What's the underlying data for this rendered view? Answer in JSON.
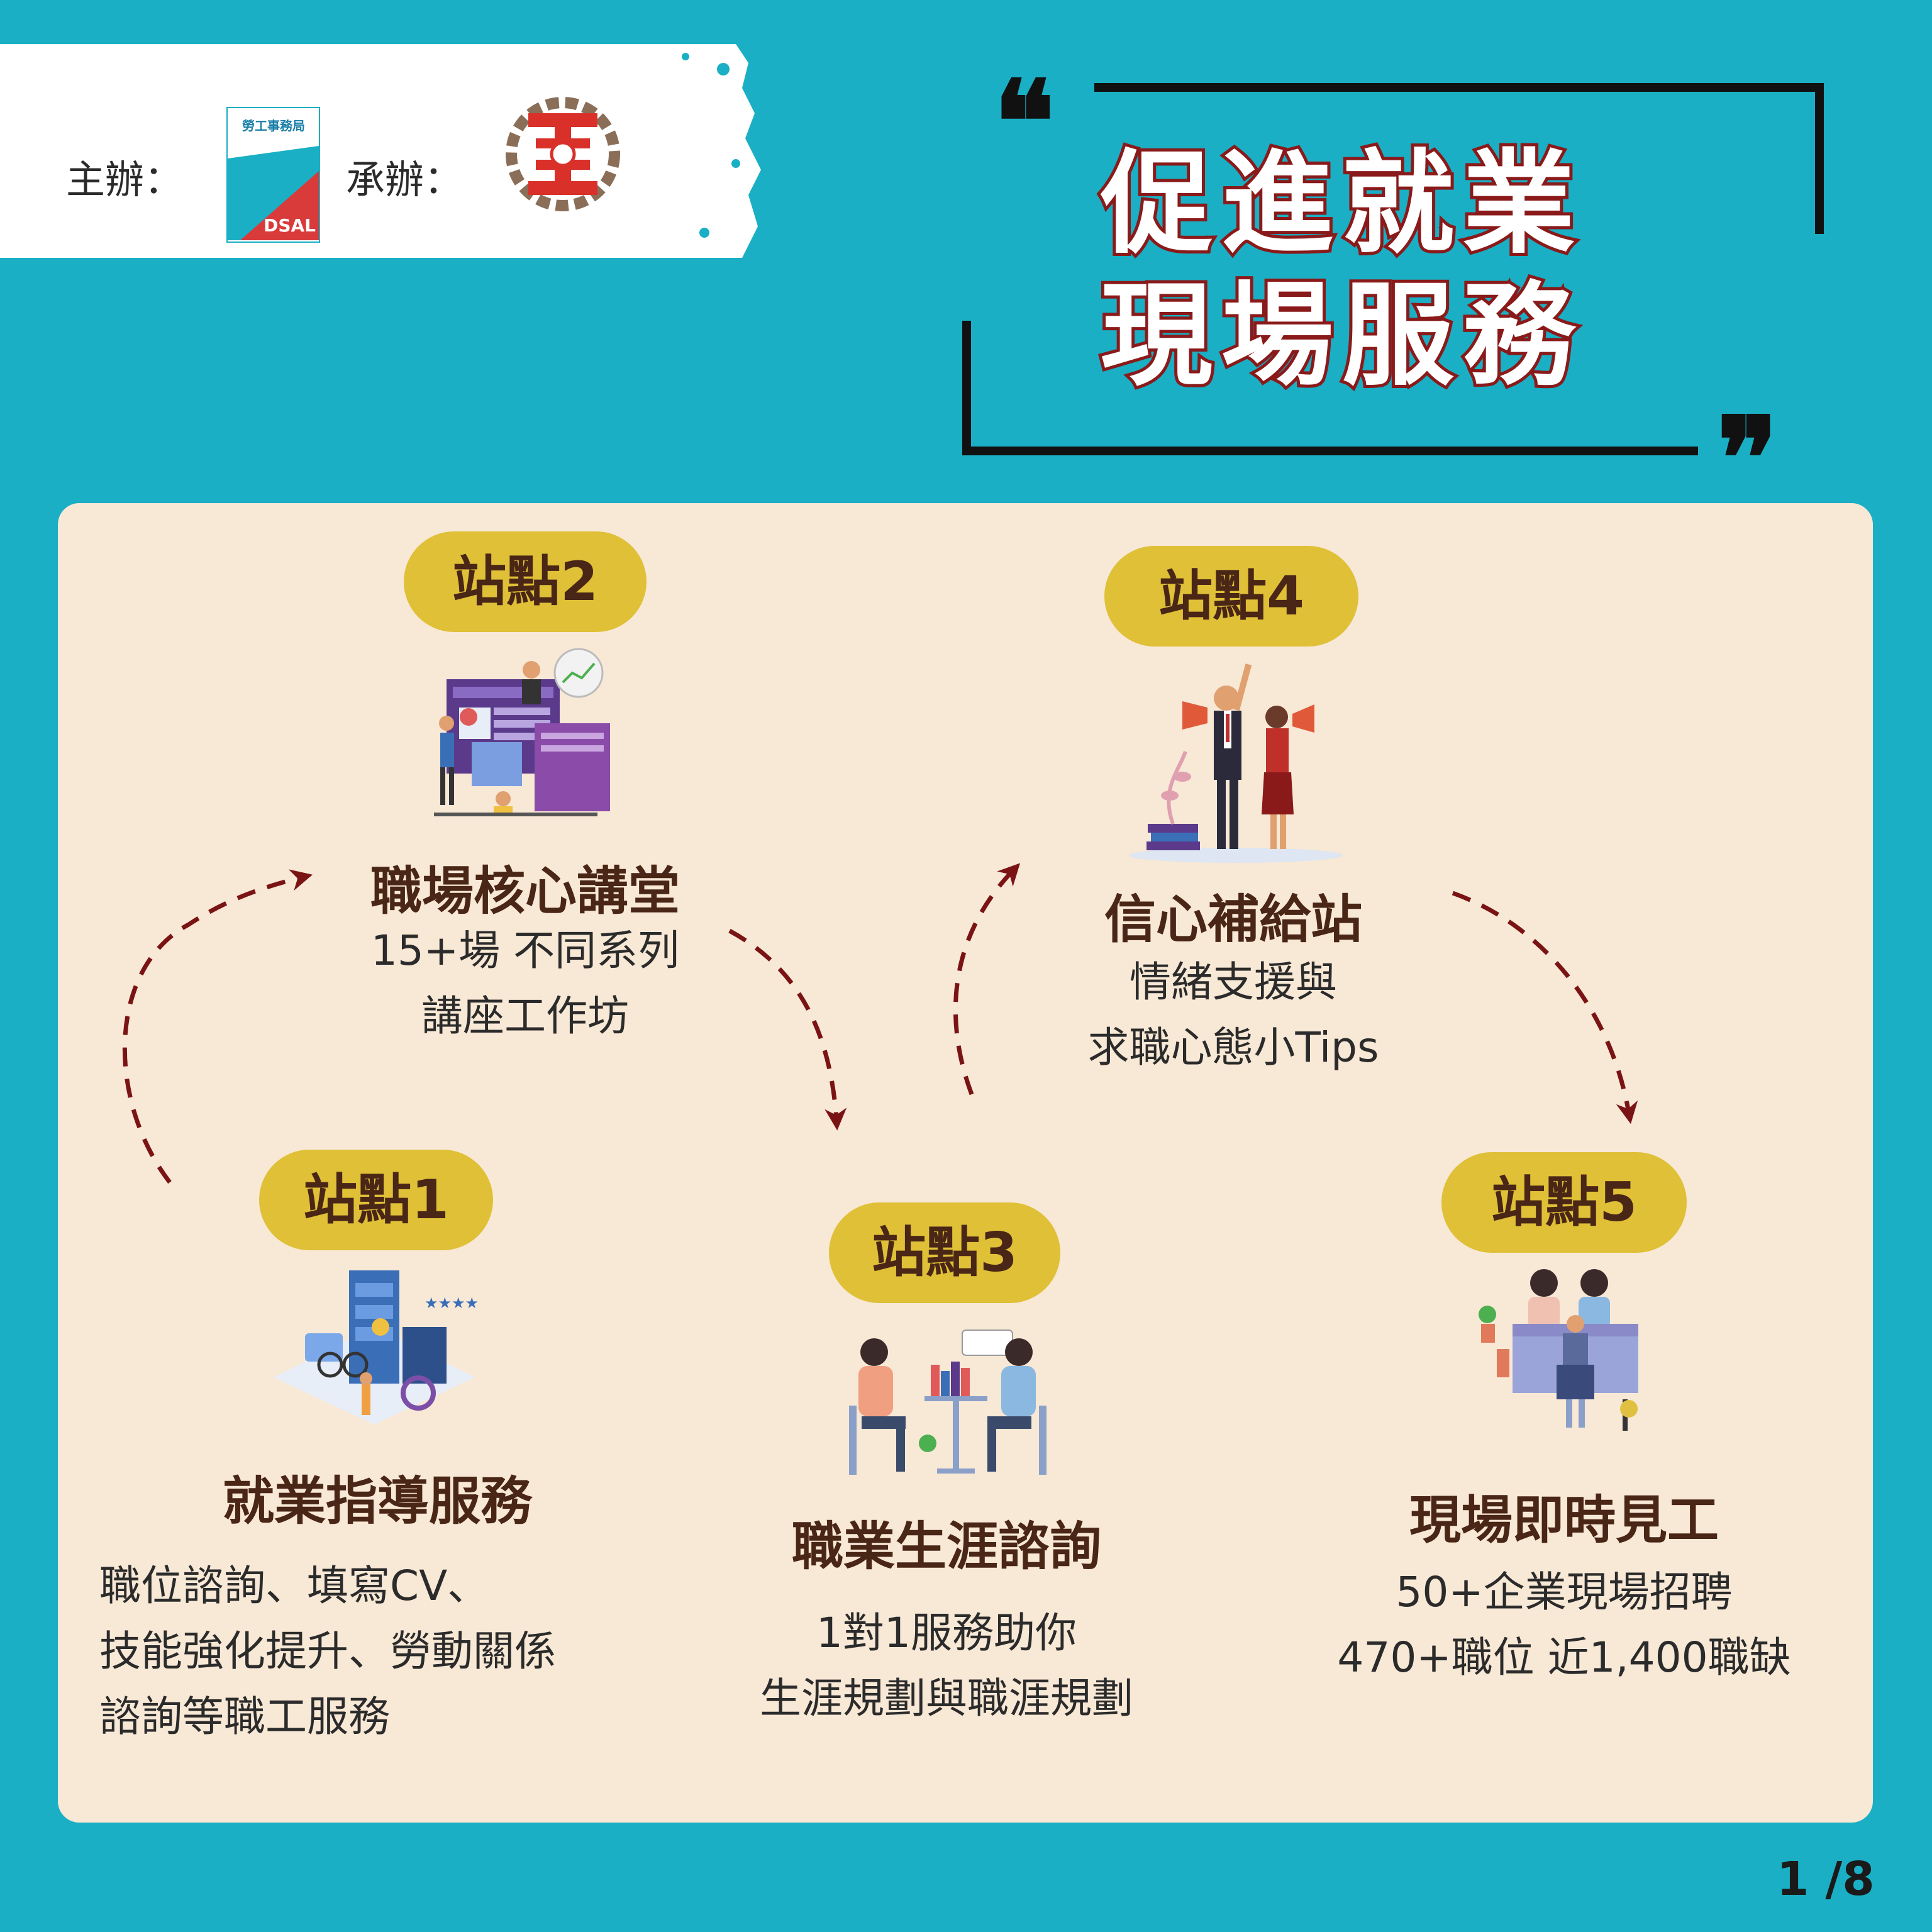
{
  "organizers": {
    "host_label": "主辦：",
    "host_logo_text": "勞工事務局",
    "host_logo_sub": "DSAL",
    "co_label": "承辦："
  },
  "headline": {
    "line1": "促進就業",
    "line2": "現場服務"
  },
  "stations": [
    {
      "badge": "站點1",
      "title": "就業指導服務",
      "desc": [
        "職位諮詢、填寫CV、",
        "技能強化提升、勞動關係",
        "諮詢等職工服務"
      ]
    },
    {
      "badge": "站點2",
      "title": "職場核心講堂",
      "desc": [
        "15+場 不同系列",
        "講座工作坊"
      ]
    },
    {
      "badge": "站點3",
      "title": "職業生涯諮詢",
      "desc": [
        "1對1服務助你",
        "生涯規劃與職涯規劃"
      ]
    },
    {
      "badge": "站點4",
      "title": "信心補給站",
      "desc": [
        "情緒支援與",
        "求職心態小Tips"
      ]
    },
    {
      "badge": "站點5",
      "title": "現場即時見工",
      "desc": [
        "50+企業現場招聘",
        "470+職位 近1,400職缺"
      ]
    }
  ],
  "pagination": "1 /8",
  "colors": {
    "background": "#1aafc4",
    "card": "#f8e8d6",
    "pill": "#dfc037",
    "title_text": "#4a2616",
    "arrow": "#7a1414",
    "headline_stroke": "#8a1a1a"
  }
}
